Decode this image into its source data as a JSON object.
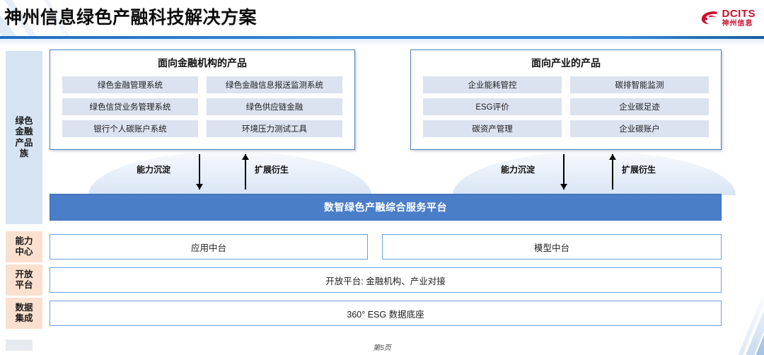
{
  "header": {
    "title": "神州信息绿色产融科技解决方案",
    "logo": {
      "mark": "dcits-swoosh-icon",
      "en": "DCITS",
      "cn": "神州信息",
      "color": "#c8102e"
    },
    "rule_color": "#2f87d8"
  },
  "sidebar": {
    "items": [
      {
        "id": "green-finance-product-family",
        "label": "绿色\n金融\n产品\n族",
        "bg": "#d6e3f3"
      },
      {
        "id": "capability-center",
        "label": "能力\n中心",
        "bg": "#fbe0cf"
      },
      {
        "id": "open-platform",
        "label": "开放\n平台",
        "bg": "#fbe0cf"
      },
      {
        "id": "data-integration",
        "label": "数据\n集成",
        "bg": "#fbe0cf"
      }
    ]
  },
  "panels": [
    {
      "id": "financial-institution-products",
      "title": "面向金融机构的产品",
      "items": [
        "绿色金融管理系统",
        "绿色金融信息报送监测系统",
        "绿色信贷业务管理系统",
        "绿色供应链金融",
        "银行个人碳账户系统",
        "环境压力测试工具"
      ]
    },
    {
      "id": "industry-products",
      "title": "面向产业的产品",
      "items": [
        "企业能耗管控",
        "碳排智能监测",
        "ESG评价",
        "企业碳足迹",
        "碳资产管理",
        "企业碳账户"
      ]
    }
  ],
  "flows": {
    "left": {
      "down_label": "能力沉淀",
      "up_label": "扩展衍生"
    },
    "right": {
      "down_label": "能力沉淀",
      "up_label": "扩展衍生"
    }
  },
  "platform": {
    "label": "数智绿色产融综合服务平台",
    "bg": "#4a7ec8"
  },
  "capability_center": {
    "boxes": [
      "应用中台",
      "模型中台"
    ]
  },
  "open_platform": {
    "label": "开放平台: 金融机构、产业对接"
  },
  "data_integration": {
    "label": "360° ESG 数据底座"
  },
  "footer": {
    "page_label": "第5页"
  }
}
